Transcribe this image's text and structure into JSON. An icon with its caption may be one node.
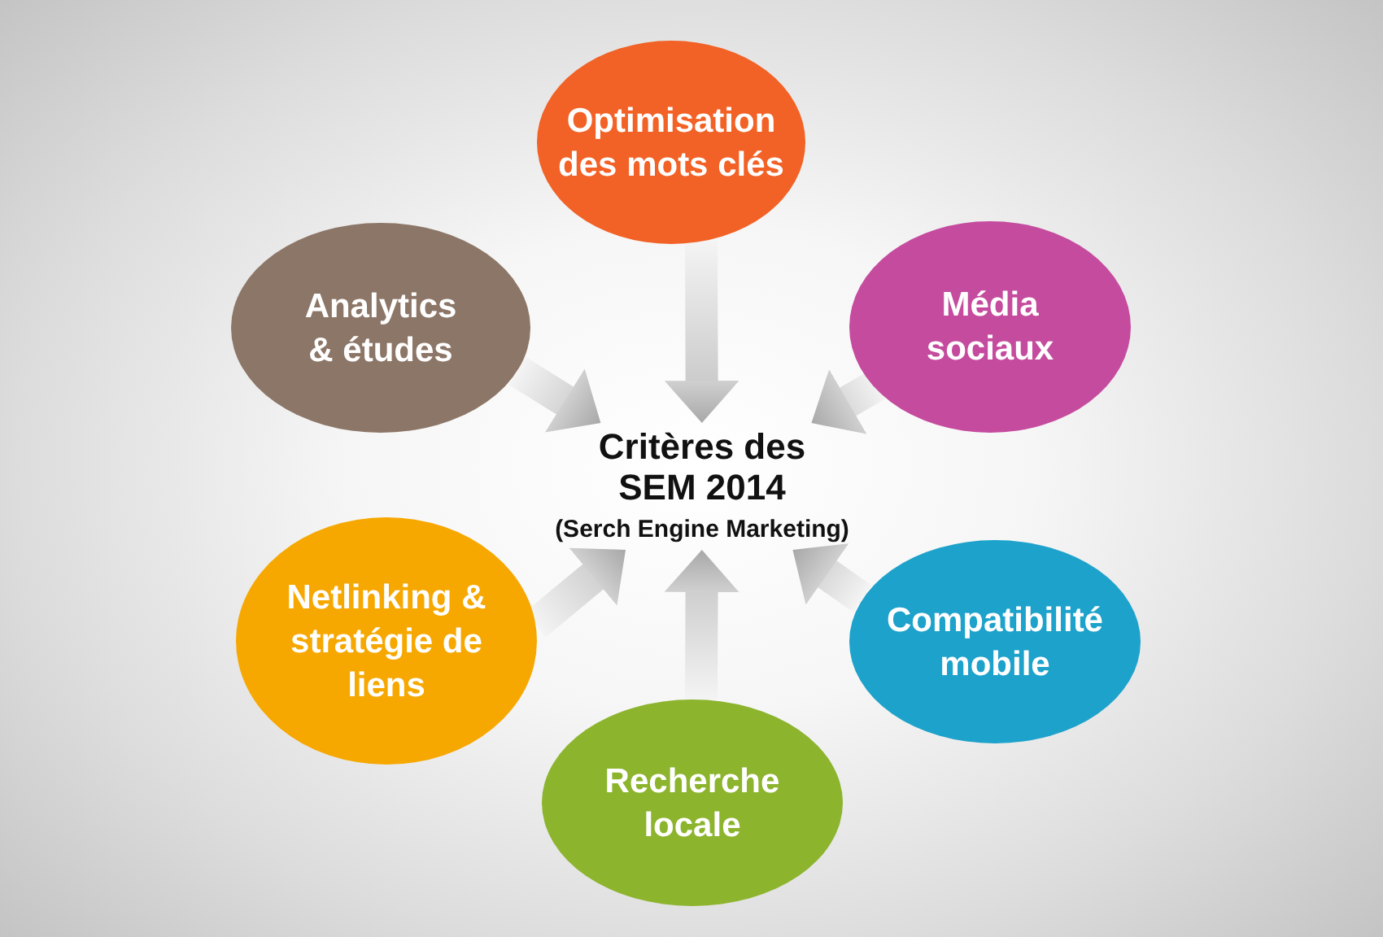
{
  "diagram": {
    "nodes": [
      {
        "text": [
          "Optimisation des mots clés"
        ]
      },
      {
        "text": [
          "Analytics & études"
        ]
      },
      {
        "text": [
          "Média sociaux"
        ]
      },
      {
        "text": [
          "Critères des SEM 2014",
          "(Serch Engine Marketing)"
        ]
      },
      {
        "text": [
          "Netlinking & stratégie de liens"
        ]
      },
      {
        "text": [
          "Compatibilité mobile"
        ]
      },
      {
        "text": [
          "Recherche locale"
        ]
      }
    ],
    "edges": [
      {
        "from": 0,
        "to": 3,
        "arrow": "to"
      },
      {
        "from": 1,
        "to": 3,
        "arrow": "to"
      },
      {
        "from": 2,
        "to": 3,
        "arrow": "to"
      },
      {
        "from": 4,
        "to": 3,
        "arrow": "to"
      },
      {
        "from": 5,
        "to": 3,
        "arrow": "to"
      },
      {
        "from": 6,
        "to": 3,
        "arrow": "to"
      }
    ]
  }
}
